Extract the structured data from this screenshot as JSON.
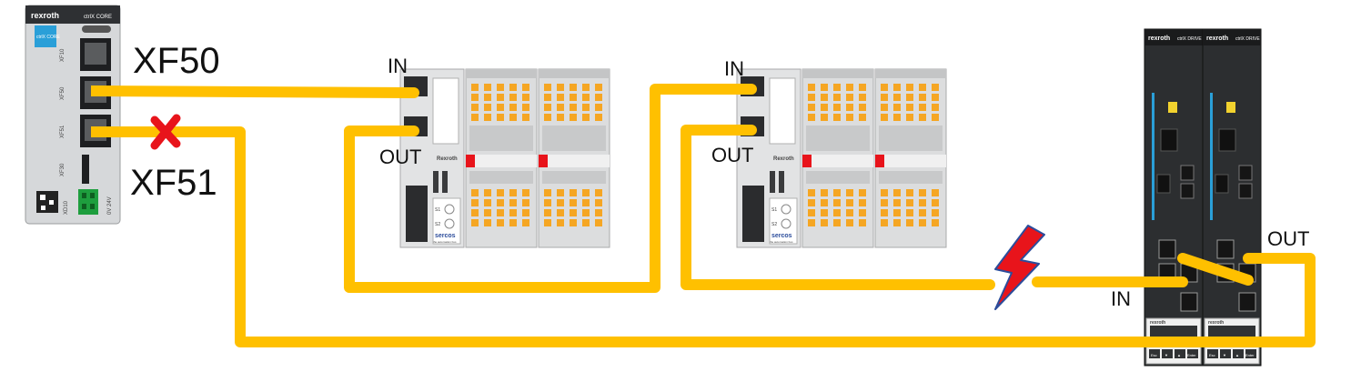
{
  "controller": {
    "brand": "rexroth",
    "model": "ctrlX CORE",
    "badge": "ctrlX CORE",
    "ports": [
      "XF10",
      "XF50",
      "XF51"
    ],
    "sd_label": "XF30",
    "io_label": "XD10",
    "power_label": "0V 24V"
  },
  "labels": {
    "xf50": "XF50",
    "xf51": "XF51",
    "io1_in": "IN",
    "io1_out": "OUT",
    "io2_in": "IN",
    "io2_out": "OUT",
    "drive_in": "IN",
    "drive_out": "OUT"
  },
  "io_coupler": {
    "brand": "Rexroth",
    "logo": "sercos",
    "sublogo": "the automation bus",
    "switch_labels": [
      "S1",
      "S2"
    ]
  },
  "drives": {
    "brand": "rexroth",
    "model": "ctrlX DRIVE",
    "buttons": [
      "Esc",
      "▼",
      "▲",
      "Enter"
    ]
  },
  "status": {
    "xf51_link": "broken",
    "drive_link": "interrupted"
  },
  "colors": {
    "cable": "#FFC000",
    "break_mark": "#E8141B",
    "lightning": "#E8141B",
    "lightning_outline": "#2B4C9B",
    "device_gray": "#D6D8DA",
    "drive_dark": "#2C2E30",
    "terminal_orange": "#F5A623"
  }
}
